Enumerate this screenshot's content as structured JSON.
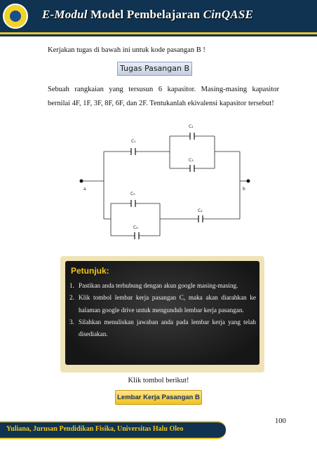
{
  "header": {
    "title_italic_1": "E-Modul",
    "title_plain": " Model Pembelajaran ",
    "title_italic_2": "CinQASE"
  },
  "content": {
    "instruction": "Kerjakan tugas di bawah ini untuk kode pasangan B !",
    "task_label": "Tugas Pasangan B",
    "problem": "Sebuah rangkaian yang tersusun 6 kapasitor. Masing-masing kapasitor bernilai 4F, 1F, 3F, 8F, 6F, dan 2F. Tentukanlah ekivalensi kapasitor tersebut!"
  },
  "circuit": {
    "labels": {
      "c1": "C₁",
      "c2": "C₂",
      "c3": "C₃",
      "c4": "C₄",
      "c5": "C₅",
      "c6": "C₆",
      "a": "a",
      "b": "b"
    }
  },
  "hint": {
    "title": "Petunjuk:",
    "items": [
      {
        "num": "1.",
        "text": "Pastikan anda terhubung dengan akun google masing-masing."
      },
      {
        "num": "2.",
        "text": "Klik tombol lembar kerja pasangan C, maka akan diarahkan ke halaman google drive untuk mengunduh lembar kerja pasangan."
      },
      {
        "num": "3.",
        "text": "Silahkan menuliskan jawaban anda pada lembar kerja yang telah disediakan."
      }
    ]
  },
  "cta": {
    "prompt": "Klik tombol berikut!",
    "button_label": "Lembar Kerja Pasangan B"
  },
  "page_number": "100",
  "footer": {
    "text": "Yuliana, Jurusan Pendidikan Fisika, Universitas Halu Oleo"
  }
}
